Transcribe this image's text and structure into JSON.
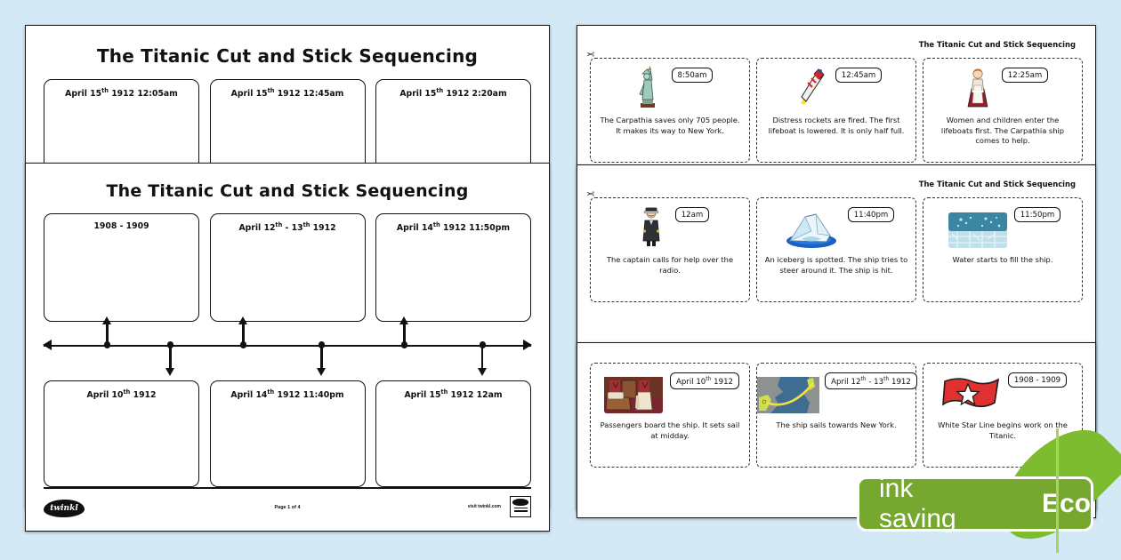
{
  "background_color": "#d3e9f5",
  "worksheet": {
    "title": "The Titanic Cut and Stick Sequencing",
    "back_sheet_boxes": [
      {
        "label": "April 15<sup>th</sup> 1912 12:05am"
      },
      {
        "label": "April 15<sup>th</sup> 1912 12:45am"
      },
      {
        "label": "April 15<sup>th</sup> 1912 2:20am"
      }
    ],
    "top_boxes": [
      {
        "label": "1908 - 1909"
      },
      {
        "label": "April 12<sup>th</sup> - 13<sup>th</sup> 1912"
      },
      {
        "label": "April 14<sup>th</sup> 1912 11:50pm"
      }
    ],
    "bottom_boxes": [
      {
        "label": "April 10<sup>th</sup> 1912"
      },
      {
        "label": "April 14<sup>th</sup> 1912 11:40pm"
      },
      {
        "label": "April 15<sup>th</sup> 1912 12am"
      }
    ],
    "timeline": {
      "nodes": [
        {
          "position_pct": 13,
          "direction": "up"
        },
        {
          "position_pct": 26,
          "direction": "down"
        },
        {
          "position_pct": 41,
          "direction": "up"
        },
        {
          "position_pct": 57,
          "direction": "down"
        },
        {
          "position_pct": 74,
          "direction": "up"
        },
        {
          "position_pct": 90,
          "direction": "down"
        }
      ]
    },
    "footer": {
      "logo_text": "twinkl",
      "page_text": "Page 1 of 4",
      "visit_text": "visit twinkl.com"
    }
  },
  "cards_page": {
    "title": "The Titanic Cut and Stick Sequencing",
    "row_back": [
      {
        "time": "8:50am",
        "icon": "statue-of-liberty-icon",
        "text": "The Carpathia saves only 705 people. It makes its way to New York."
      },
      {
        "time": "12:45am",
        "icon": "distress-rocket-icon",
        "text": "Distress rockets are fired. The first lifeboat is lowered. It is only half full."
      },
      {
        "time": "12:25am",
        "icon": "woman-passenger-icon",
        "text": "Women and children enter the lifeboats first. The Carpathia ship comes to help."
      }
    ],
    "row_mid": [
      {
        "time": "12am",
        "icon": "ship-captain-icon",
        "text": "The captain calls for help over the radio."
      },
      {
        "time": "11:40pm",
        "icon": "iceberg-icon",
        "text": "An iceberg is spotted. The ship tries to steer around it. The ship is hit."
      },
      {
        "time": "11:50pm",
        "icon": "water-filling-icon",
        "text": "Water starts to fill the ship."
      }
    ],
    "row_front": [
      {
        "time": "April 10<sup>th</sup> 1912",
        "icon": "ship-lounge-icon",
        "text": "Passengers board the ship. It sets sail at midday."
      },
      {
        "time": "April 12<sup>th</sup> - 13<sup>th</sup> 1912",
        "icon": "atlantic-route-map-icon",
        "text": "The ship sails towards New York."
      },
      {
        "time": "1908 - 1909",
        "icon": "white-star-line-flag-icon",
        "text": "White Star Line begins work on the Titanic."
      }
    ]
  },
  "eco_badge": {
    "label_main": "ink saving",
    "label_accent": "Eco",
    "color": "#76a72e",
    "leaf_color": "#7dbb2f"
  }
}
